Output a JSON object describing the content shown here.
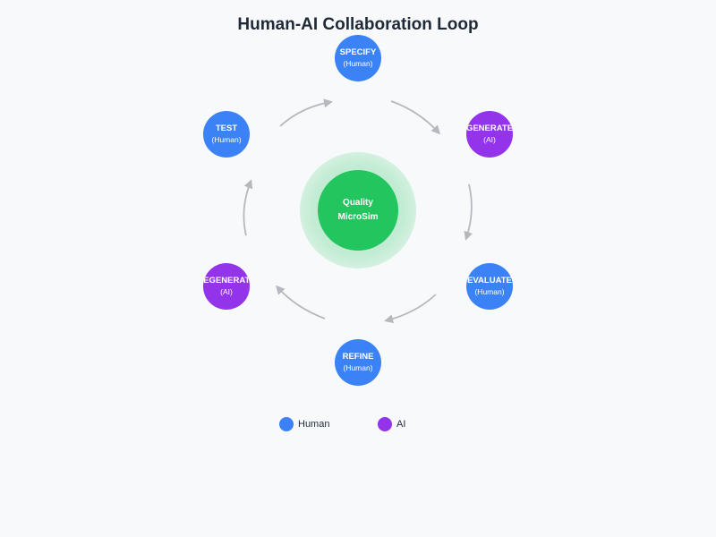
{
  "title": "Human-AI Collaboration Loop",
  "center": {
    "line1": "Quality",
    "line2": "MicroSim"
  },
  "colors": {
    "human": "#3b82f6",
    "ai": "#9333ea",
    "center": "#22c55e",
    "arrow": "#b5b8bd"
  },
  "steps": [
    {
      "label": "SPECIFY",
      "role": "(Human)"
    },
    {
      "label": "GENERATE",
      "role": "(AI)"
    },
    {
      "label": "EVALUATE",
      "role": "(Human)"
    },
    {
      "label": "REFINE",
      "role": "(Human)"
    },
    {
      "label": "REGENERATE",
      "role": "(AI)"
    },
    {
      "label": "TEST",
      "role": "(Human)"
    }
  ],
  "legend": [
    {
      "label": "Human",
      "color": "#3b82f6"
    },
    {
      "label": "AI",
      "color": "#9333ea"
    }
  ]
}
